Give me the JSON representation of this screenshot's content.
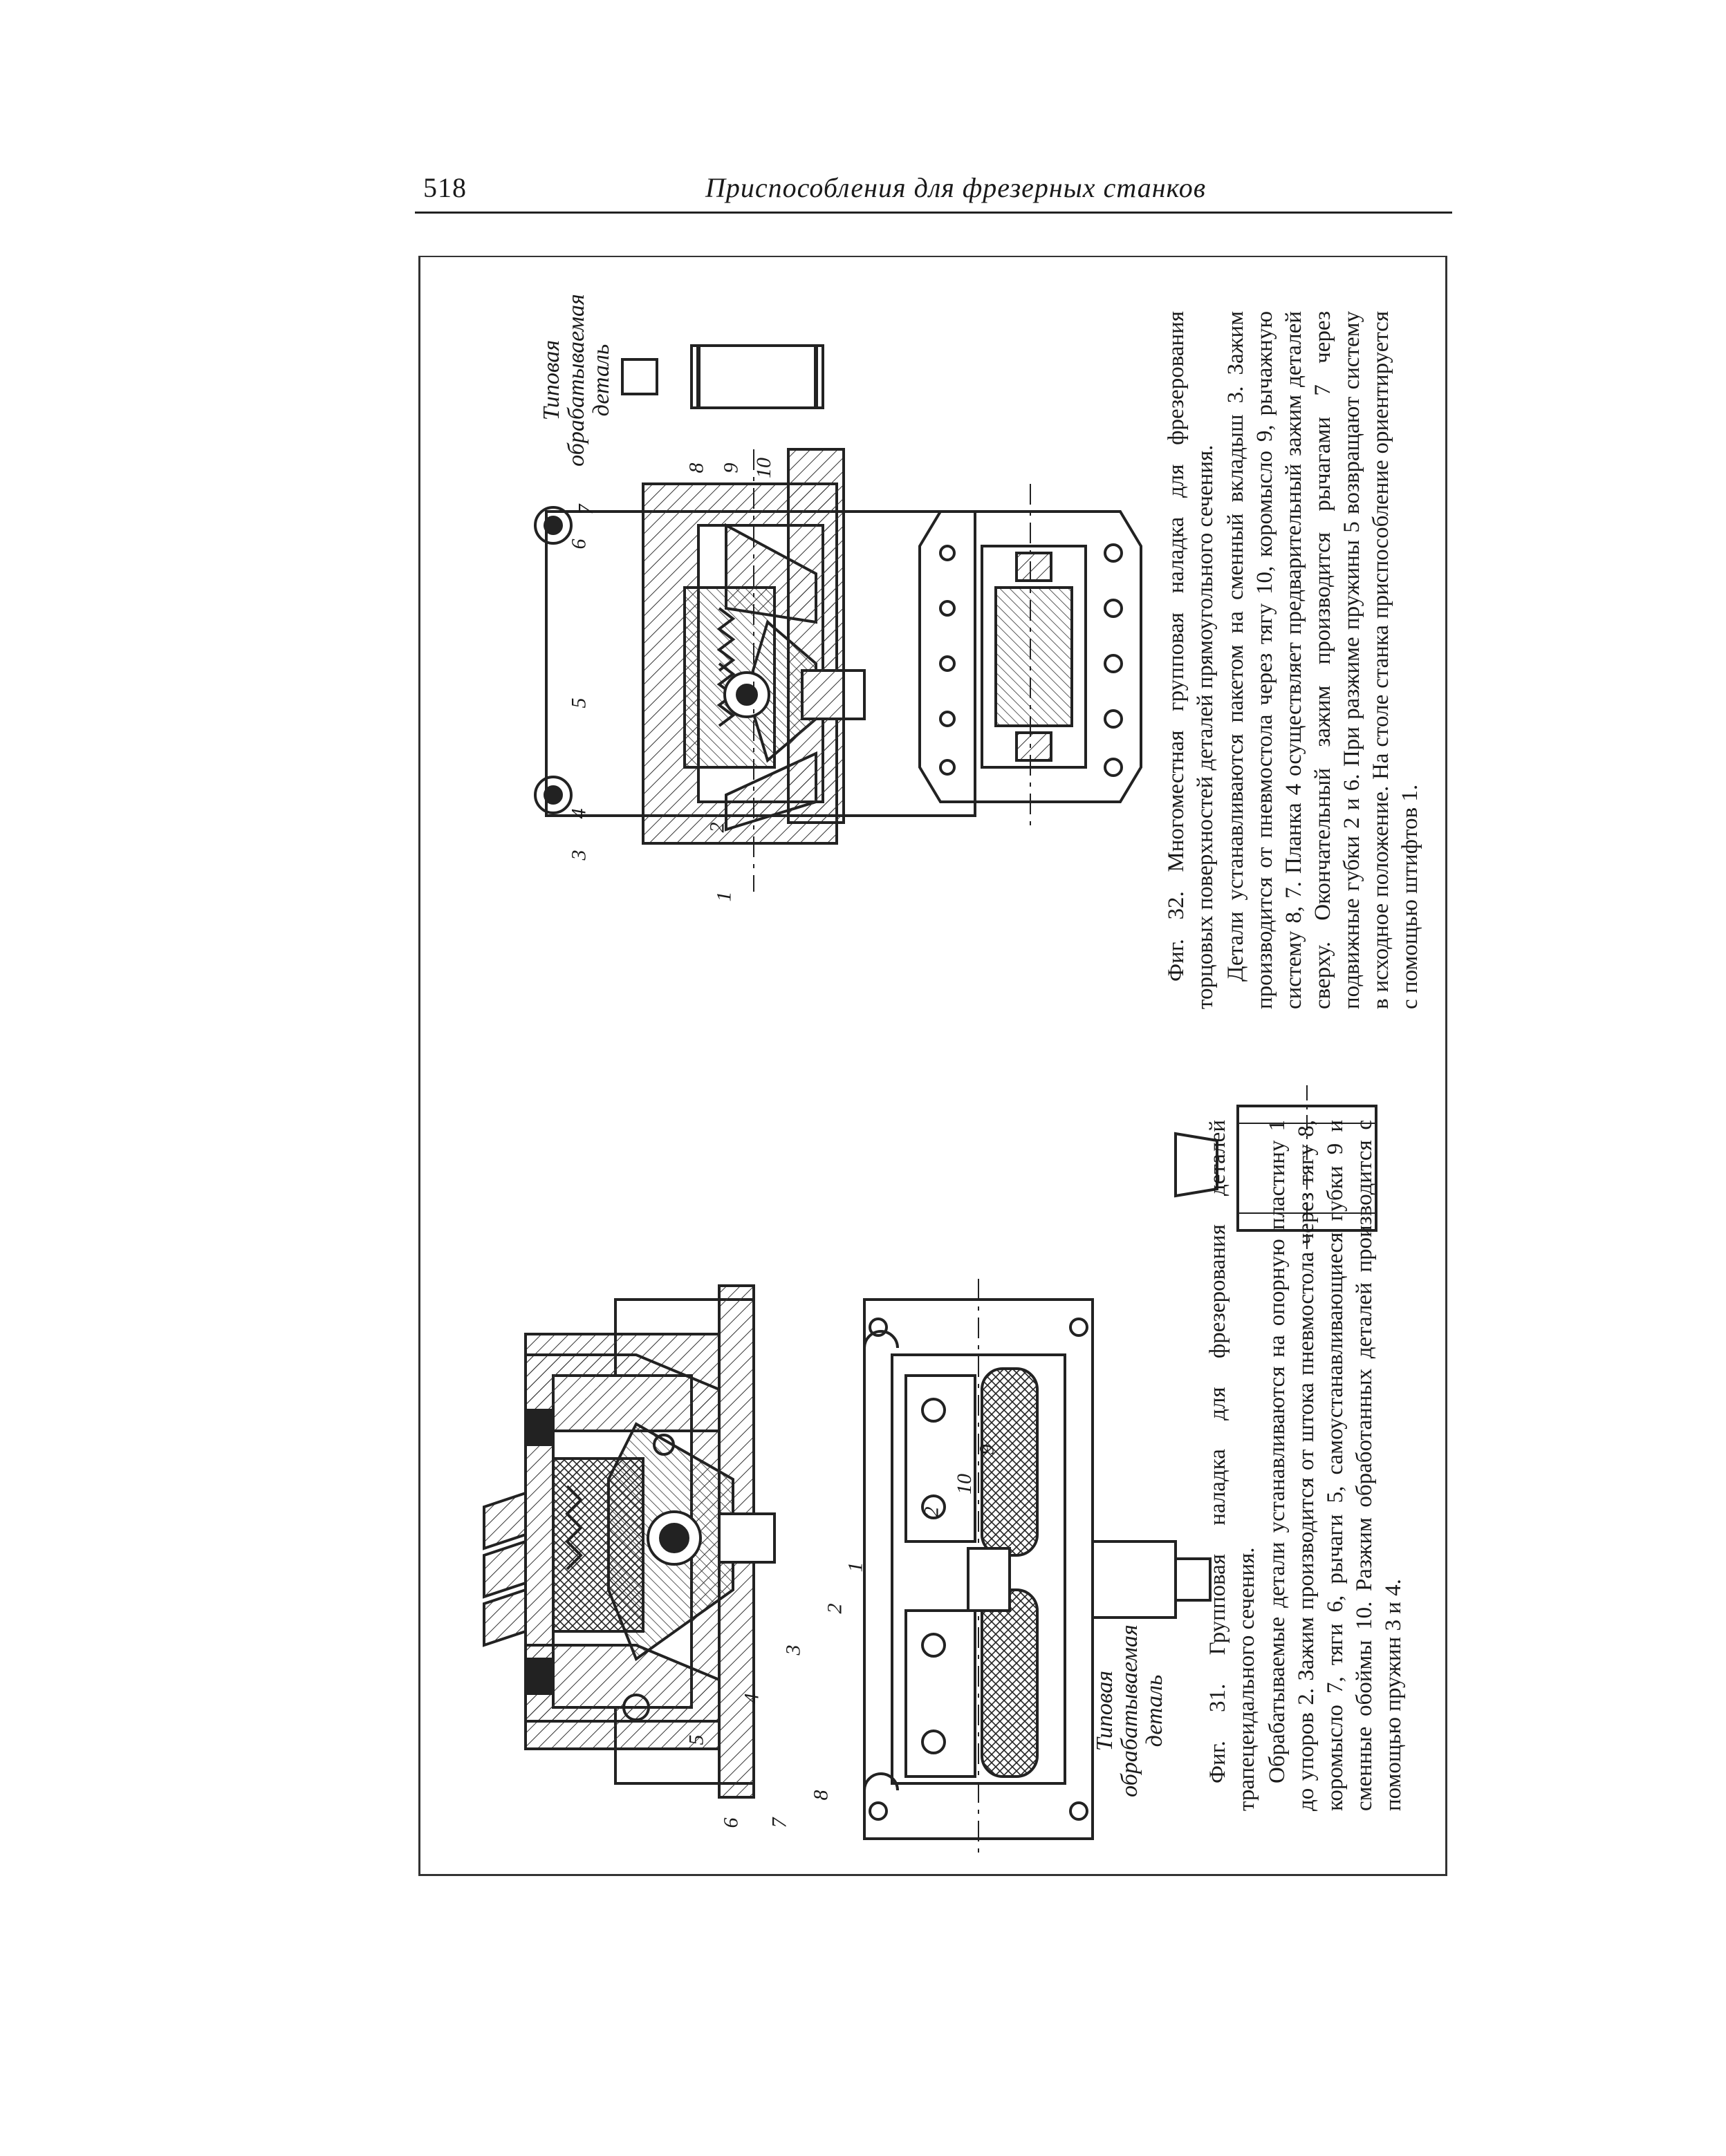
{
  "header": {
    "page_number": "518",
    "running_title": "Приспособления для фрезерных станков"
  },
  "figure31": {
    "caption_title": "Фиг. 31. Групповая наладка для фрезерования деталей трапецеидального сечения.",
    "caption_body": "Обрабатываемые детали устанавливаются на опорную пластину 1 до упоров 2. Зажим производится от штока пневмостола через тягу 8, коромысло 7, тяги 6, рычаги 5, самоустанавливающиеся губки 9 и сменные обоймы 10. Разжим обработанных деталей производится с помощью пружин 3 и 4.",
    "part_label_line1": "Типовая",
    "part_label_line2": "обрабатываемая",
    "part_label_line3": "деталь",
    "callouts": [
      "1",
      "2",
      "3",
      "4",
      "5",
      "6",
      "7",
      "8",
      "9",
      "10",
      "2"
    ]
  },
  "figure32": {
    "caption_title": "Фиг. 32. Многоместная групповая наладка для фрезерования торцовых поверхностей деталей прямоугольного сечения.",
    "caption_body": "Детали устанавливаются пакетом на сменный вкладыш 3. Зажим производится от пневмостола через тягу 10, коромысло 9, рычажную систему 8, 7. Планка 4 осуществляет предварительный зажим деталей сверху. Окончательный зажим производится рычагами 7 через подвижные губки 2 и 6. При разжиме пружины 5 возвращают систему в исходное положение. На столе станка приспособление ориентируется с помощью штифтов 1.",
    "part_label_line1": "Типовая",
    "part_label_line2": "обрабатываемая",
    "part_label_line3": "деталь",
    "callouts": [
      "1",
      "2",
      "3",
      "4",
      "5",
      "6",
      "7",
      "8",
      "9",
      "10"
    ]
  }
}
